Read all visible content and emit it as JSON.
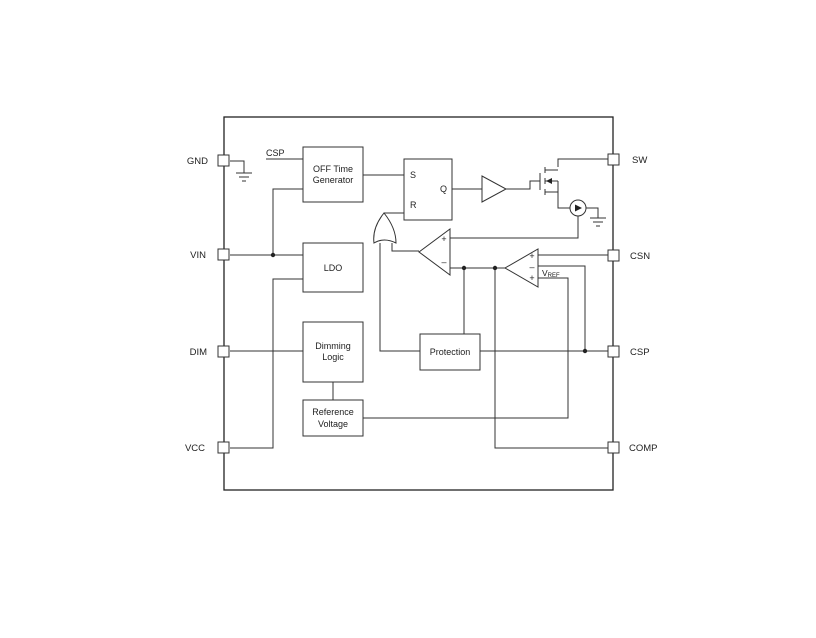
{
  "pins_left": {
    "gnd": "GND",
    "vin": "VIN",
    "dim": "DIM",
    "vcc": "VCC"
  },
  "pins_right": {
    "sw": "SW",
    "csn": "CSN",
    "csp": "CSP",
    "comp": "COMP"
  },
  "blocks": {
    "off_time_line1": "OFF Time",
    "off_time_line2": "Generator",
    "ldo": "LDO",
    "dimming_line1": "Dimming",
    "dimming_line2": "Logic",
    "reference_line1": "Reference",
    "reference_line2": "Voltage",
    "protection": "Protection"
  },
  "flipflop": {
    "s": "S",
    "r": "R",
    "q": "Q"
  },
  "labels": {
    "csp_input": "CSP",
    "vref_main": "V",
    "vref_sub": "REF",
    "plus": "+",
    "minus": "–"
  }
}
